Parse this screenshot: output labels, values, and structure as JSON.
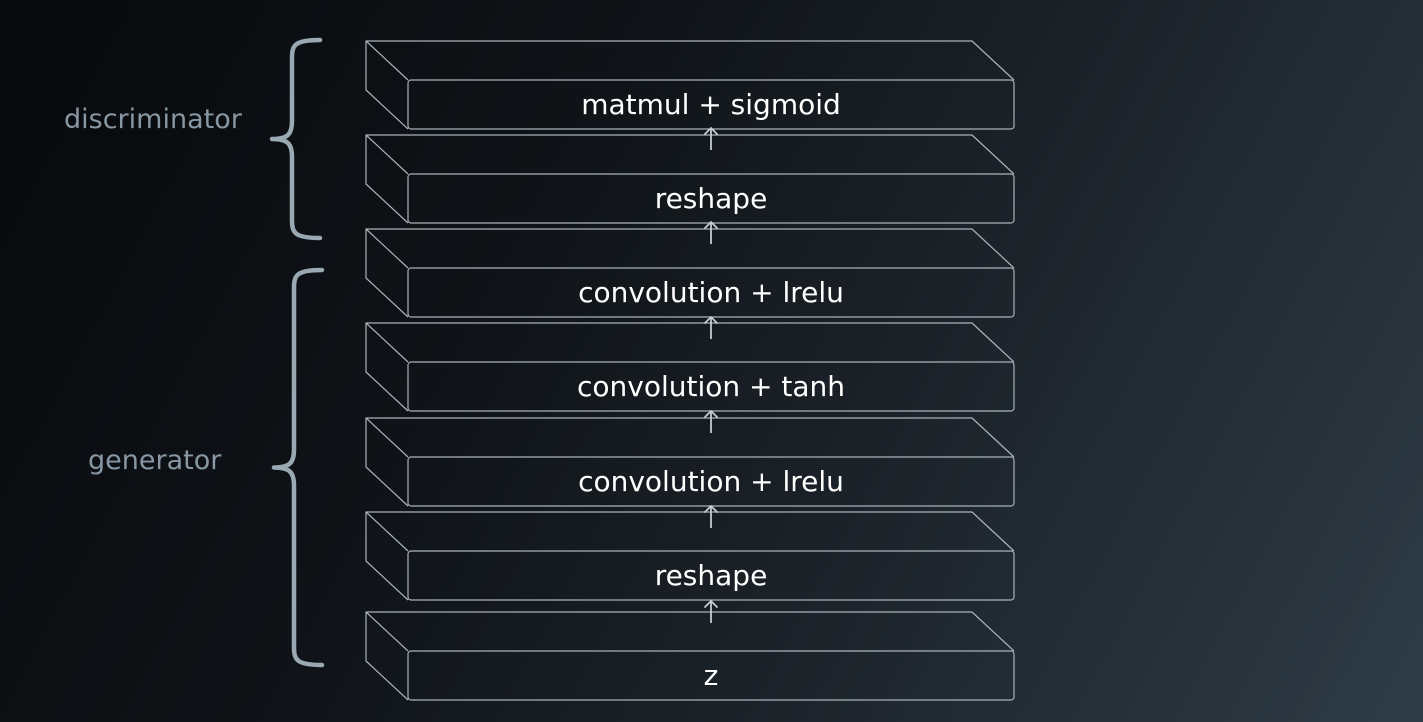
{
  "groups": {
    "discriminator": "discriminator",
    "generator": "generator"
  },
  "layers": [
    {
      "label": "matmul + sigmoid"
    },
    {
      "label": "reshape"
    },
    {
      "label": "convolution + lrelu"
    },
    {
      "label": "convolution + tanh"
    },
    {
      "label": "convolution + lrelu"
    },
    {
      "label": "reshape"
    },
    {
      "label": "z"
    }
  ],
  "colors": {
    "box_stroke": "#a9b3ba",
    "brace": "#9aa8b2",
    "arrow": "#c4ccd2",
    "layer_text": "#ffffff",
    "group_text": "#8797a3"
  },
  "icons": {
    "flow_arrow": "up-arrow-icon"
  }
}
